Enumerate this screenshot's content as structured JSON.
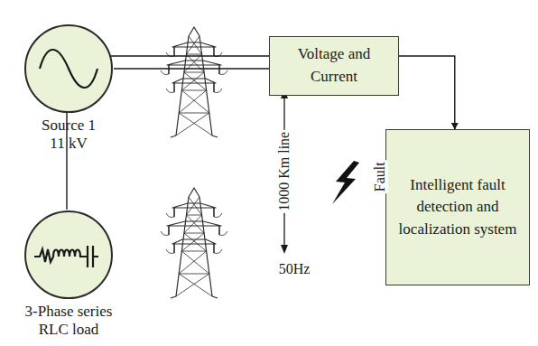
{
  "diagram": {
    "nodes": [
      {
        "text": [
          "Source 1 11 kV"
        ]
      },
      {
        "text": [
          "Voltage and Current"
        ]
      },
      {
        "text": [
          "Intelligent fault detection and localization system"
        ]
      },
      {
        "text": [
          "3-Phase series RLC load"
        ]
      }
    ],
    "edges": [
      {
        "from": 0,
        "to": 1,
        "arrow": "none"
      },
      {
        "from": 1,
        "to": 2,
        "arrow": "to"
      },
      {
        "from": 1,
        "to": 3,
        "arrow": "none"
      }
    ],
    "labels": [
      "1000 Km line",
      "Fault",
      "50Hz"
    ]
  }
}
